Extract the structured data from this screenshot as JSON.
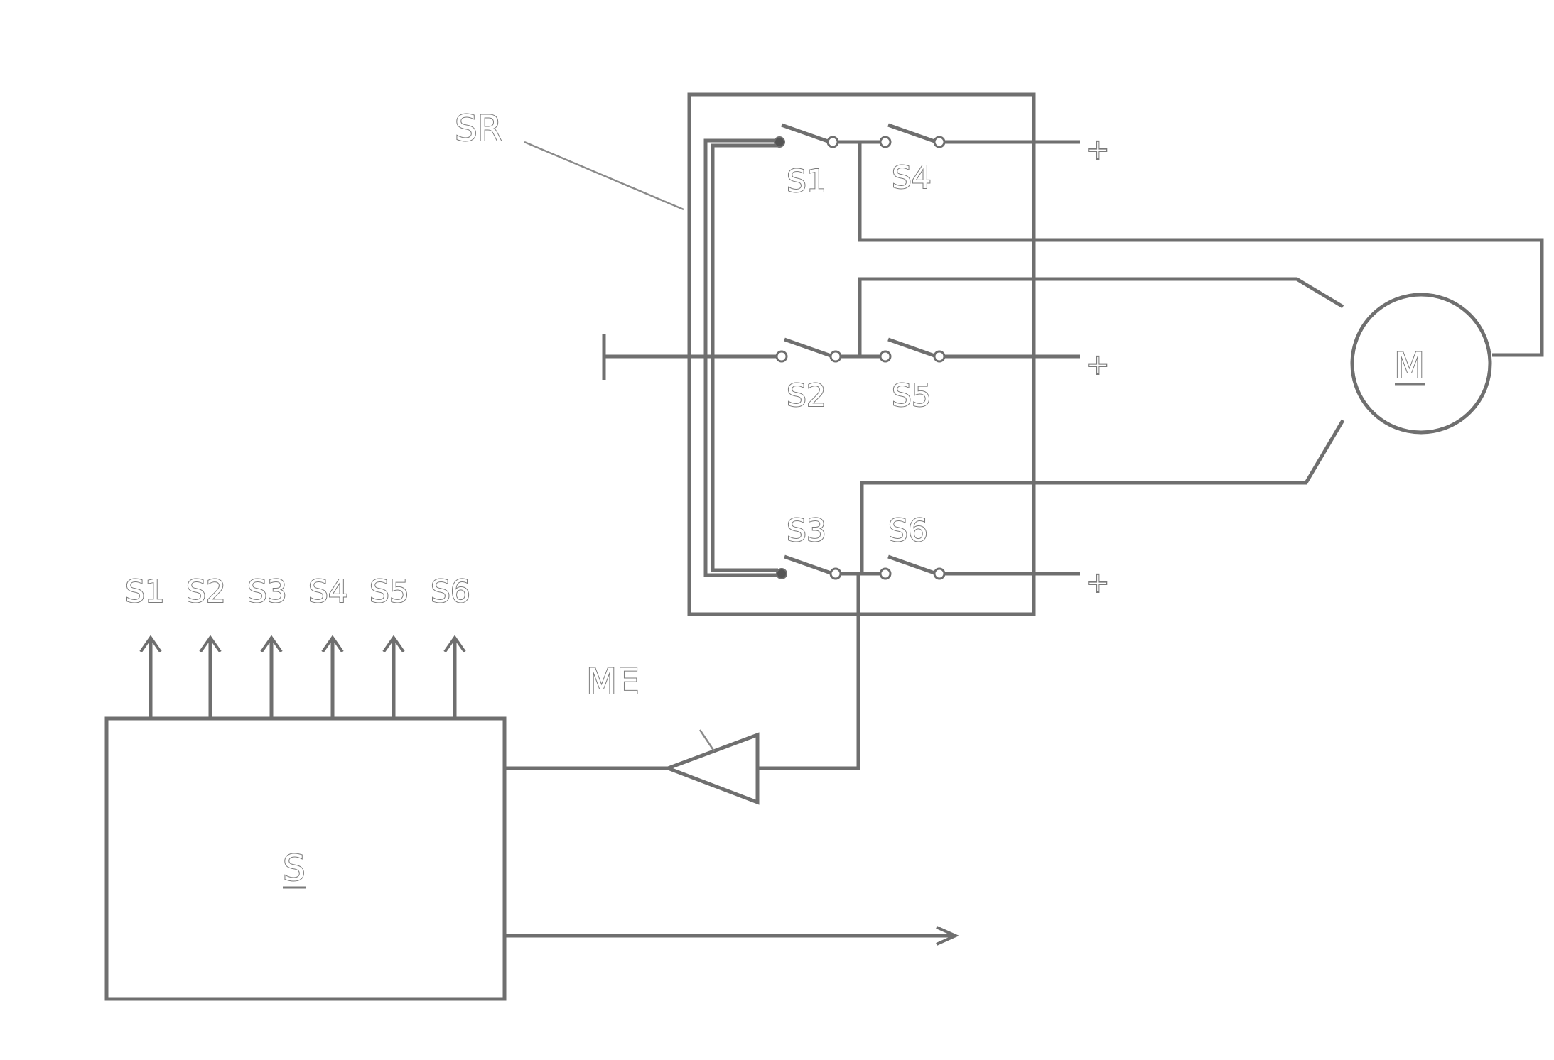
{
  "labels": {
    "sr": "SR",
    "me": "ME",
    "motor": "M",
    "controller": "S",
    "plus": "+"
  },
  "switches": [
    {
      "id": "S1",
      "label": "S1"
    },
    {
      "id": "S2",
      "label": "S2"
    },
    {
      "id": "S3",
      "label": "S3"
    },
    {
      "id": "S4",
      "label": "S4"
    },
    {
      "id": "S5",
      "label": "S5"
    },
    {
      "id": "S6",
      "label": "S6"
    }
  ],
  "controller_outputs": [
    "S1",
    "S2",
    "S3",
    "S4",
    "S5",
    "S6"
  ]
}
